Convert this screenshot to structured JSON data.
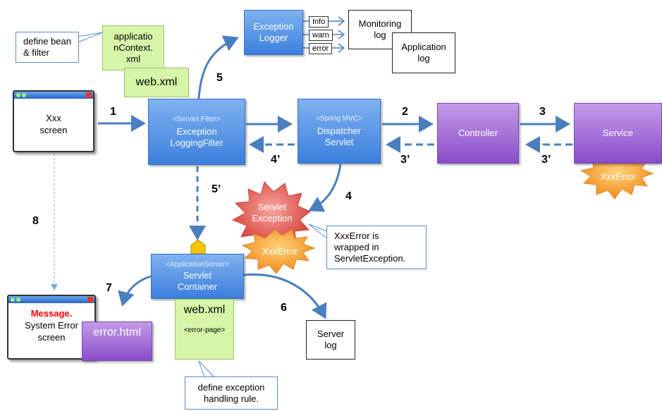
{
  "boxes": {
    "exception_logger": "Exception\nLogger",
    "filter_stereotype": "<Servlet Filter>",
    "filter_name": "Exception\nLoggingFilter",
    "dispatcher_stereotype": "<Spring MVC>",
    "dispatcher_name": "Dispatcher\nServlet",
    "controller": "Controller",
    "service": "Service",
    "container_stereotype": "<ApplicationServer>",
    "container_name": "Servlet\nContainer"
  },
  "screens": {
    "xxx_screen": "Xxx\nscreen",
    "error_message": "Message.",
    "error_screen": "System Error\nscreen"
  },
  "notes": {
    "define_bean": "define bean\n& filter",
    "appcontext": "applicatio\nnContext.\nxml",
    "webxml_top": "web.xml",
    "webxml_bottom": "web.xml",
    "error_page_tag": "<error-page>",
    "error_html": "error.html",
    "wrapped": "XxxError is\nwrapped in\nServletException.",
    "define_rule": "define exception\nhandling rule."
  },
  "logs": {
    "monitoring": "Monitoring\nlog",
    "application": "Application\nlog",
    "server": "Server\nlog",
    "flags": [
      "Info",
      "warn",
      "error"
    ]
  },
  "bursts": {
    "servlet_exception": "Servlet\nException",
    "xxxerror_center": "XxxError",
    "xxxerror_service": "XxxError"
  },
  "steps": {
    "s1": "1",
    "s2": "2",
    "s3": "3",
    "s3p_a": "3’",
    "s3p_b": "3’",
    "s4p": "4’",
    "s4": "4",
    "s5": "5",
    "s5p": "5’",
    "s6": "6",
    "s7": "7",
    "s8": "8"
  },
  "colors": {
    "arrow": "#4a7ebf",
    "blue_box": "#4a8ae0",
    "purple_box": "#9a5fd6",
    "note_green": "#d6f5a8",
    "burst_red": "#e0504a",
    "burst_orange": "#f7a030",
    "message_red": "#ff0000"
  }
}
